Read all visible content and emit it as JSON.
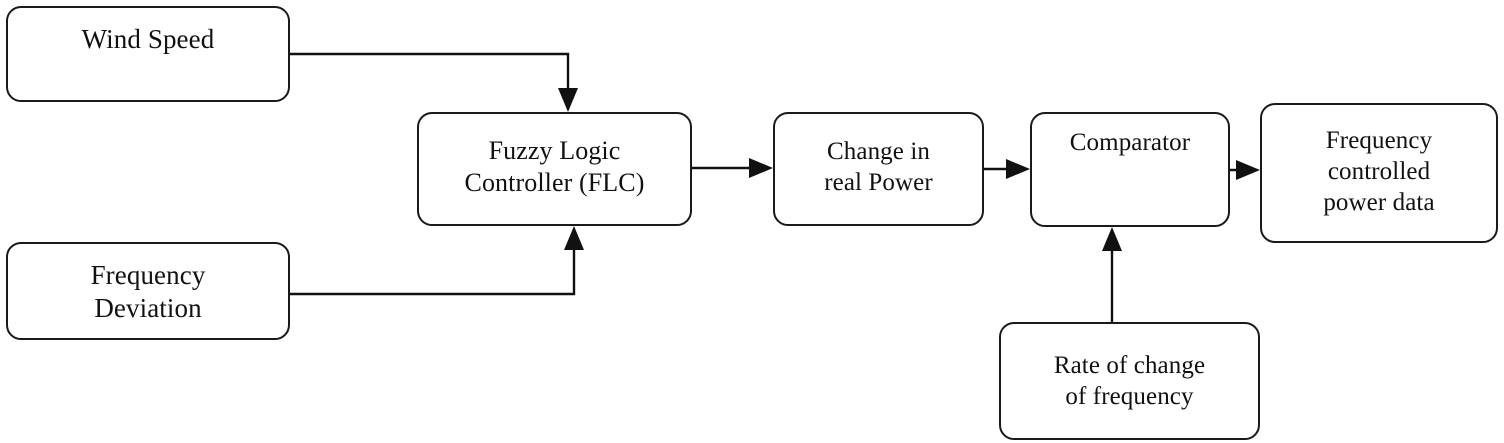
{
  "diagram": {
    "type": "block-diagram",
    "title": "Fuzzy Logic Controller frequency control block diagram",
    "background_color": "#ffffff",
    "stroke_color": "#111111",
    "text_color": "#111111",
    "nodes": [
      {
        "id": "wind-speed",
        "label": "Wind Speed"
      },
      {
        "id": "frequency-deviation",
        "label": "Frequency\nDeviation"
      },
      {
        "id": "flc",
        "label": "Fuzzy Logic\nController (FLC)"
      },
      {
        "id": "change-real-power",
        "label": "Change in\nreal Power"
      },
      {
        "id": "comparator",
        "label": "Comparator"
      },
      {
        "id": "frequency-controlled",
        "label": "Frequency\ncontrolled\npower data"
      },
      {
        "id": "rate-of-change",
        "label": "Rate of change\nof frequency"
      }
    ],
    "edges": [
      {
        "id": "wind-speed-to-flc",
        "from": "wind-speed",
        "to": "flc",
        "style": "orthogonal-down",
        "arrow": "down"
      },
      {
        "id": "frequency-deviation-to-flc",
        "from": "frequency-deviation",
        "to": "flc",
        "style": "orthogonal-up",
        "arrow": "up"
      },
      {
        "id": "flc-to-change-real-power",
        "from": "flc",
        "to": "change-real-power",
        "style": "straight",
        "arrow": "right"
      },
      {
        "id": "change-real-power-to-comparator",
        "from": "change-real-power",
        "to": "comparator",
        "style": "straight",
        "arrow": "right"
      },
      {
        "id": "comparator-to-frequency-controlled",
        "from": "comparator",
        "to": "frequency-controlled",
        "style": "straight",
        "arrow": "right"
      },
      {
        "id": "rate-of-change-to-comparator",
        "from": "rate-of-change",
        "to": "comparator",
        "style": "straight-up",
        "arrow": "up"
      }
    ]
  }
}
